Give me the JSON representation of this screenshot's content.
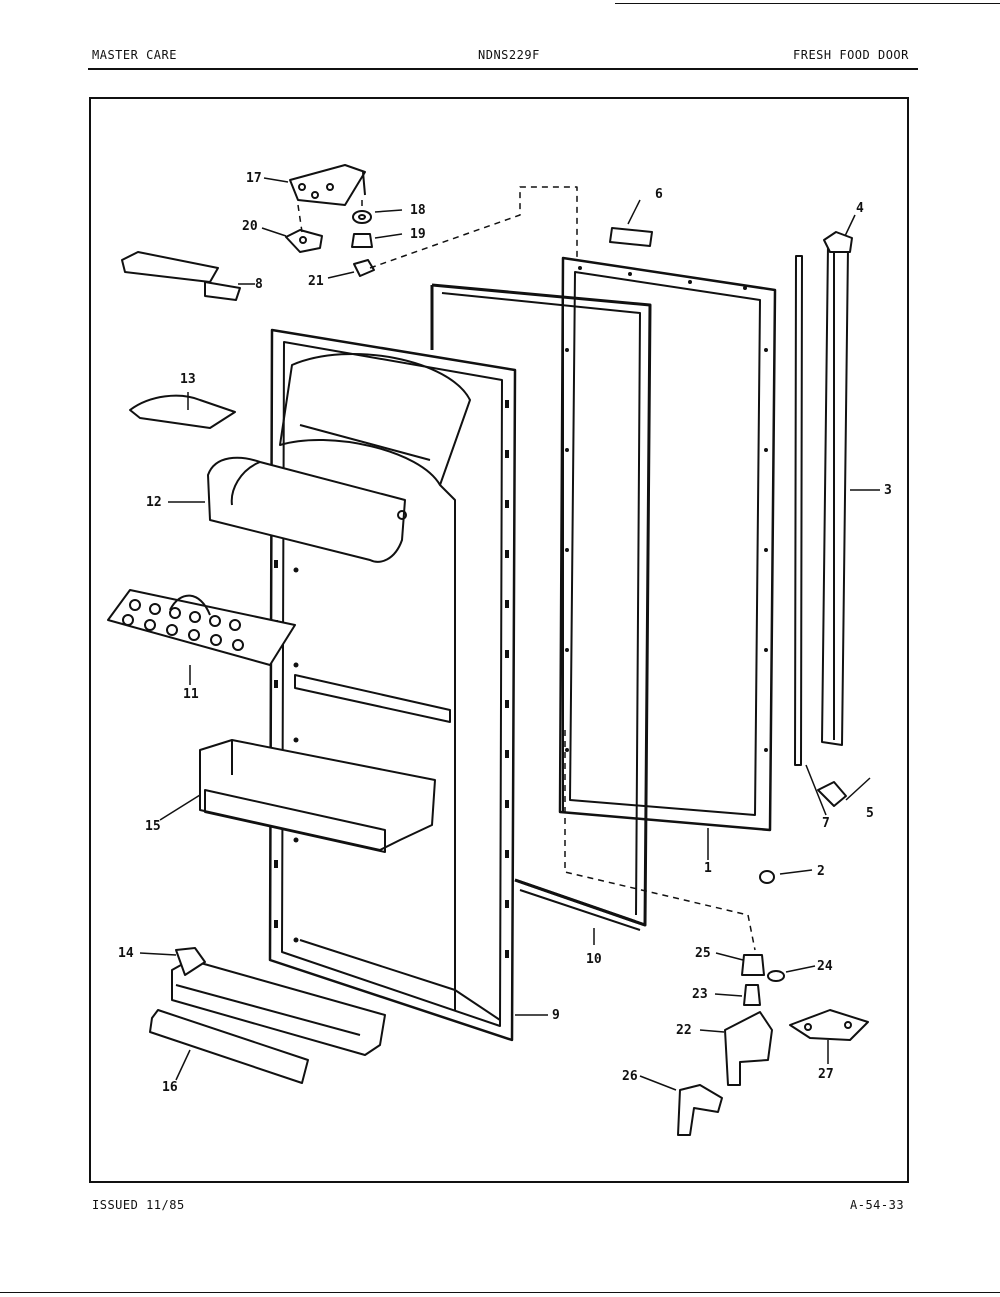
{
  "header": {
    "left": "MASTER CARE",
    "center": "NDNS229F",
    "right": "FRESH FOOD DOOR"
  },
  "footer": {
    "issued": "ISSUED 11/85",
    "code": "A-54-33"
  },
  "callouts": [
    "1",
    "2",
    "3",
    "4",
    "5",
    "6",
    "7",
    "8",
    "9",
    "10",
    "11",
    "12",
    "13",
    "14",
    "15",
    "16",
    "17",
    "18",
    "19",
    "20",
    "21",
    "22",
    "23",
    "24",
    "25",
    "26",
    "27"
  ]
}
